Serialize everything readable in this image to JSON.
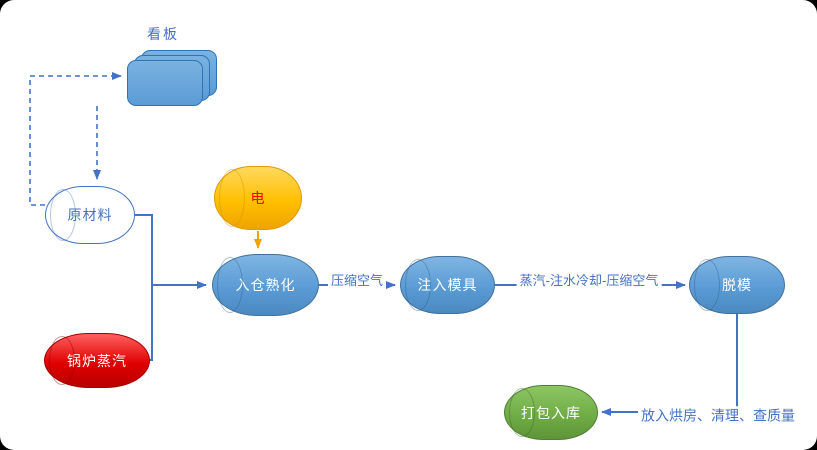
{
  "labels": {
    "kanban": "看板"
  },
  "nodes": {
    "raw_material": "原材料",
    "boiler_steam": "锅炉蒸汽",
    "electricity": "电",
    "aging": "入仓熟化",
    "injection": "注入模具",
    "demold": "脱模",
    "packing": "打包入库"
  },
  "edges": {
    "compressed_air": "压缩空气",
    "steam_water_cooling": "蒸汽-注水冷却-压缩空气",
    "drying_cleaning_quality": "放入烘房、清理、查质量"
  },
  "colors": {
    "connector": "#4472C4",
    "node_blue": "#5B9BD5",
    "node_blue_border": "#41719C",
    "steam_red": "#E00000",
    "electric_gold": "#FFC000",
    "electric_text": "#FF0000",
    "electric_arrow": "#F2A100",
    "pack_green": "#70AD47",
    "pack_green_border": "#507E32"
  }
}
